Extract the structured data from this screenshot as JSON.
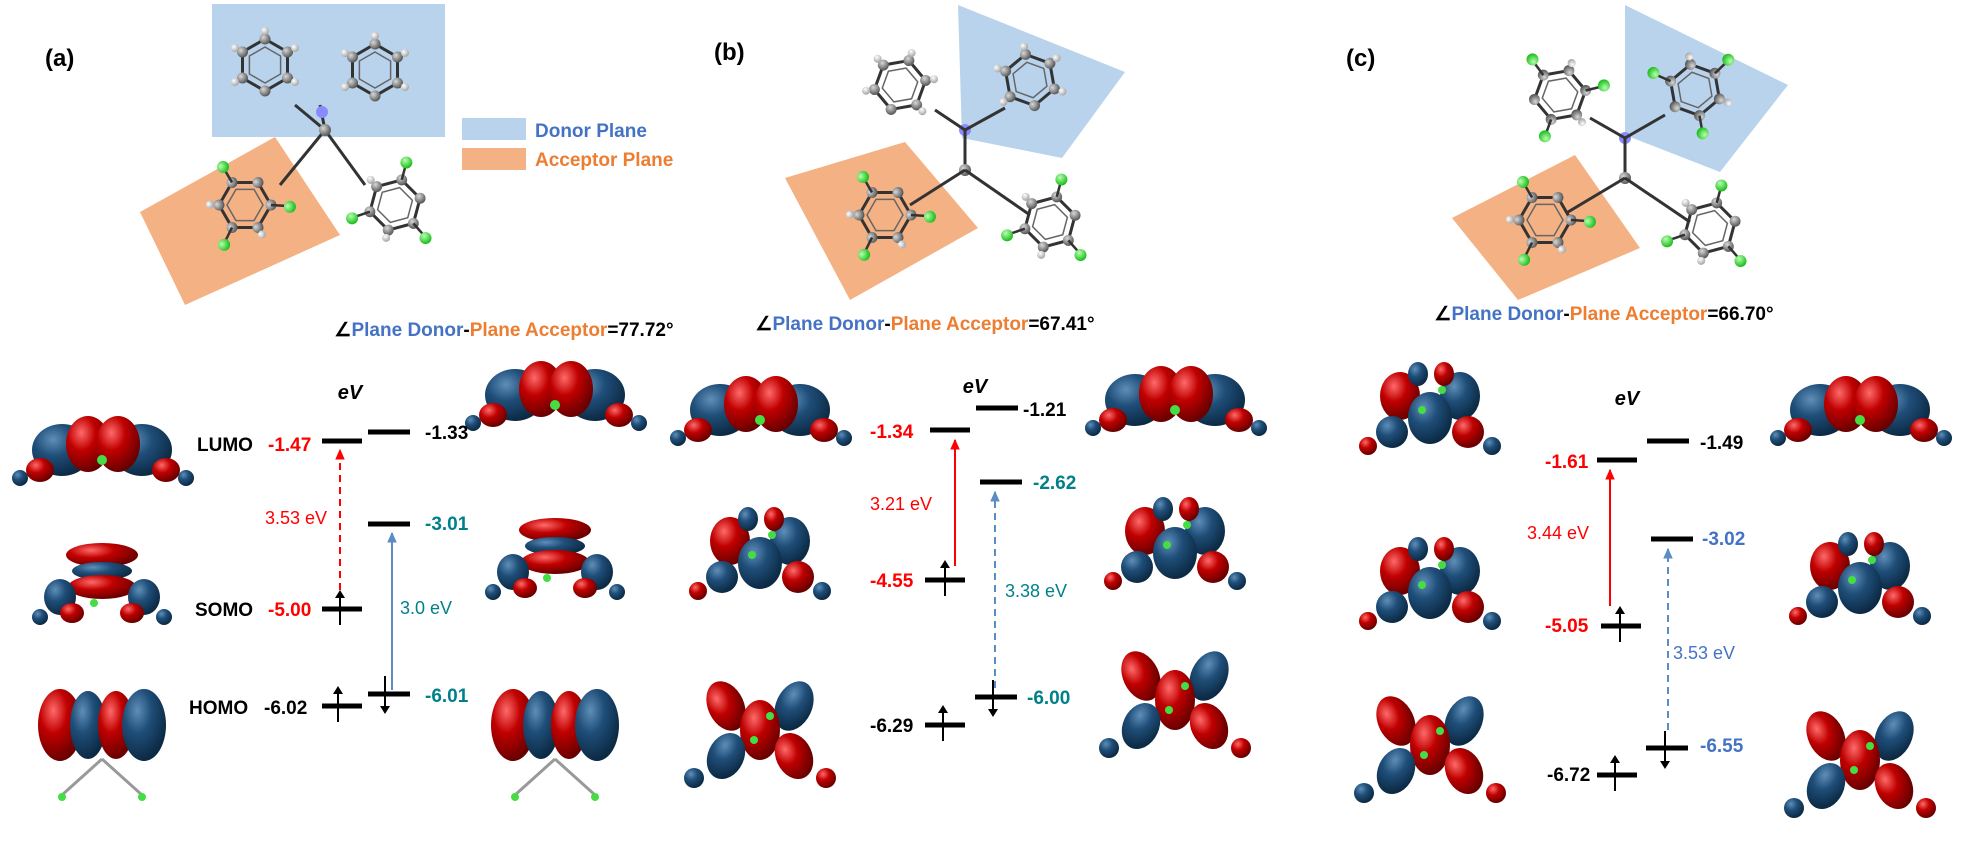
{
  "legend": {
    "donor_label": "Donor Plane",
    "acceptor_label": "Acceptor Plane",
    "donor_color": "#b9d3ec",
    "acceptor_color": "#f4b183"
  },
  "colors": {
    "donor_text": "#4472c4",
    "acceptor_text": "#ed7d31",
    "red": "#ff0000",
    "teal": "#00808a",
    "blue_text": "#4472c4",
    "orbital_red": "#c00000",
    "orbital_blue": "#1f4e79"
  },
  "panels": [
    {
      "label": "(a)",
      "angle": {
        "prefix": "∠",
        "donor": "Plane Donor",
        "dash": "-",
        "acceptor": "Plane Acceptor",
        "value": "=77.72°"
      },
      "ev_label": "eV",
      "row_labels": {
        "lumo": "LUMO",
        "somo": "SOMO",
        "homo": "HOMO"
      },
      "left": {
        "lumo": "-1.47",
        "somo": "-5.00",
        "homo": "-6.02"
      },
      "right": {
        "lumo": "-1.33",
        "somo": "-3.01",
        "homo": "-6.01"
      },
      "gap_red": "3.53 eV",
      "gap_blue": "3.0 eV"
    },
    {
      "label": "(b)",
      "angle": {
        "prefix": "∠",
        "donor": "Plane Donor",
        "dash": "-",
        "acceptor": "Plane Acceptor",
        "value": "=67.41°"
      },
      "ev_label": "eV",
      "left": {
        "lumo": "-1.34",
        "somo": "-4.55",
        "homo": "-6.29"
      },
      "right": {
        "lumo": "-1.21",
        "somo": "-2.62",
        "homo": "-6.00"
      },
      "gap_red": "3.21 eV",
      "gap_blue": "3.38 eV"
    },
    {
      "label": "(c)",
      "angle": {
        "prefix": "∠",
        "donor": "Plane Donor",
        "dash": "-",
        "acceptor": "Plane Acceptor",
        "value": "=66.70°"
      },
      "ev_label": "eV",
      "left": {
        "lumo": "-1.61",
        "somo": "-5.05",
        "homo": "-6.72"
      },
      "right": {
        "lumo": "-1.49",
        "somo": "-3.02",
        "homo": "-6.55"
      },
      "gap_red": "3.44 eV",
      "gap_blue": "3.53 eV"
    }
  ]
}
